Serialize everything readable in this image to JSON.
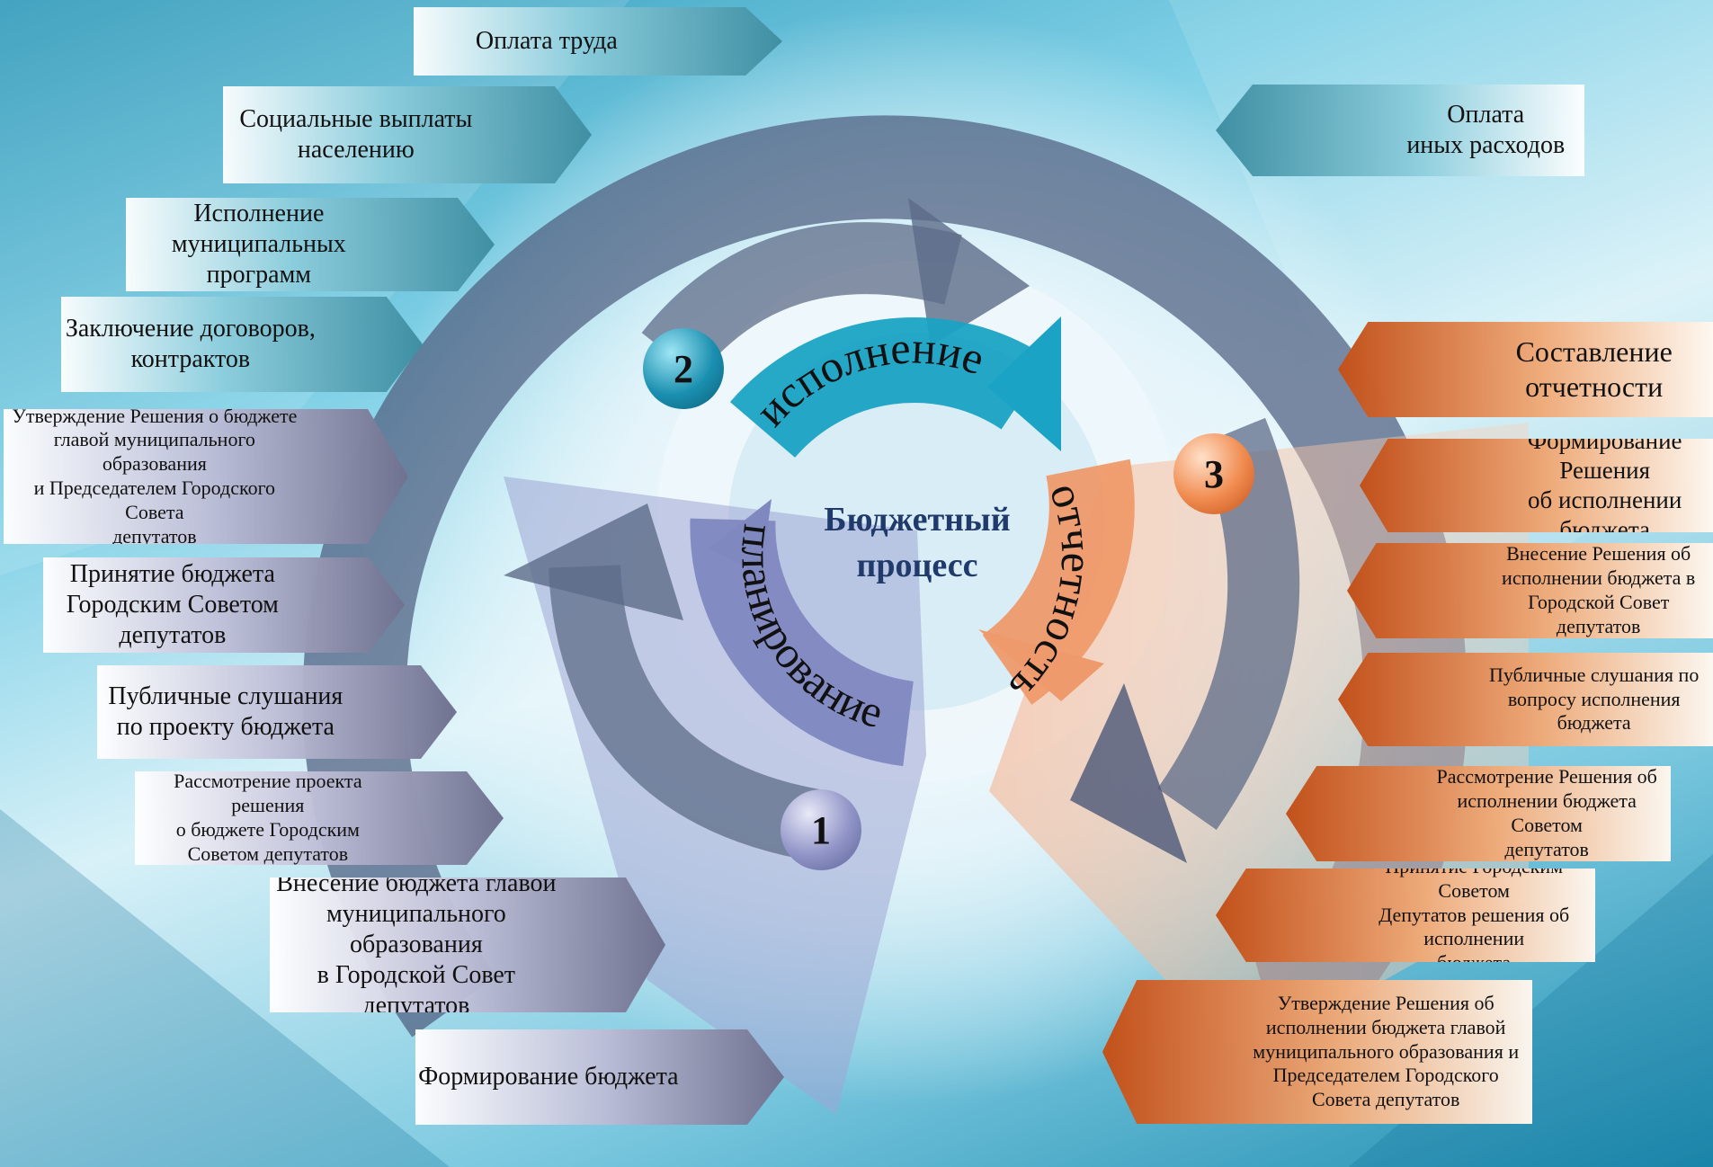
{
  "center": {
    "line1": "Бюджетный",
    "line2": "процесс"
  },
  "stages": {
    "planning": {
      "number": "1",
      "label": "планирование"
    },
    "execution": {
      "number": "2",
      "label": "исполнение"
    },
    "reporting": {
      "number": "3",
      "label": "отчетность"
    }
  },
  "execution_items": {
    "labor": "Оплата труда",
    "social_1": "Социальные выплаты",
    "social_2": "населению",
    "programs_1": "Исполнение муниципальных",
    "programs_2": "программ",
    "contracts_1": "Заключение договоров,",
    "contracts_2": "контрактов",
    "other_1": "Оплата",
    "other_2": "иных расходов"
  },
  "planning_items": {
    "approval_1": "Утверждение Решения  о бюджете",
    "approval_2": "главой муниципального  образования",
    "approval_3": "и Председателем Городского Совета",
    "approval_4": "депутатов",
    "adoption_1": "Принятие бюджета",
    "adoption_2": "Городским Советом",
    "adoption_3": "депутатов",
    "hearings_1": "Публичные слушания",
    "hearings_2": "по проекту бюджета",
    "review_1": "Рассмотрение проекта решения",
    "review_2": "о бюджете Городским",
    "review_3": "Советом депутатов",
    "submission_1": "Внесение бюджета главой",
    "submission_2": "муниципального образования",
    "submission_3": "в Городской Совет депутатов",
    "formation": "Формирование бюджета"
  },
  "reporting_items": {
    "compile_1": "Составление",
    "compile_2": "отчетности",
    "form_1": "Формирование Решения",
    "form_2": "об исполнении бюджета",
    "submit_1": "Внесение Решения об",
    "submit_2": "исполнении бюджета в",
    "submit_3": "Городской Совет депутатов",
    "hearings_1": "Публичные слушания по",
    "hearings_2": "вопросу исполнения бюджета",
    "review_1": "Рассмотрение Решения об",
    "review_2": "исполнении бюджета  Советом",
    "review_3": "депутатов",
    "adopt_1": "Принятие Городским Советом",
    "adopt_2": "Депутатов решения об исполнении",
    "adopt_3": "бюджета",
    "approve_1": "Утверждение Решения  об",
    "approve_2": "исполнении бюджета главой",
    "approve_3": "муниципального образования и",
    "approve_4": "Председателем Городского",
    "approve_5": "Совета депутатов"
  }
}
